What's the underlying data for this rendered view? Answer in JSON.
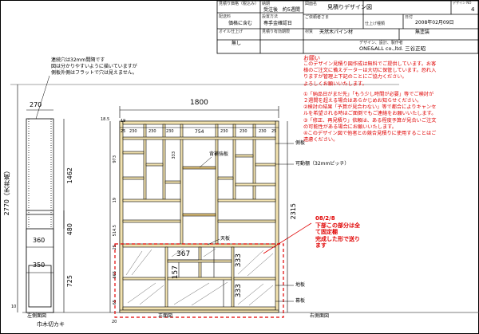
{
  "title_block": {
    "price_header": "見積り価格（税込み）",
    "delivery_header": "納期",
    "delivery_value": "受注後　約5週間",
    "drawing_name_header": "図面名",
    "drawing_name": "見積りデザイン図",
    "design_no_header": "デザイン\nNO",
    "design_no": "4",
    "customer_header": "ご依頼者さま",
    "date_header": "日付",
    "date_value": "2008年02月09日",
    "shipping_header": "配送料",
    "shipping_value": "価格に含む",
    "install_header": "設置方法",
    "install_value": "専手金確認日",
    "finish_header": "仕上げ種類",
    "finish_value": "無塗装",
    "oil_header": "オイル仕上げ",
    "oil_value": "無し",
    "validity_header": "見積り有効期限",
    "material_header": "材質",
    "material_value": "天然木パイン材",
    "company_header": "デザイン、設計、製作者",
    "company_value": "ONE&ALL co.,ltd. 三谷正昭"
  },
  "notice": {
    "heading": "お願い",
    "lines": [
      "このデザイン見積り図作成は無料でご提供しています。お客",
      "様のご注文に備えデーターは大切に保管しています。恐れ入",
      "りますが管理上下記のことにご協力ください。",
      "よろしくお願いいたします。",
      "",
      "①「納品日がまだ先」「もう少し時間が必要」等でご検討が",
      "２週間を超える場合はあらかじめお知らせください。",
      "②検討の結果「予算が見合わない」等で都合によりキャンセ",
      "ルを希望される時はご面倒でもご連絡をお願いいたします。",
      "③「修正、再見積り」依頼は、ある程度予算が見合いご注文",
      "の可能性がある場合にお願いいたします。",
      "④このデザイン図で他者との競合見積りに使用することはご",
      "遠慮ください。"
    ]
  },
  "side_note": {
    "lines": [
      "連続穴は32mm間隔です",
      "図は分かりやすいように描いていますが",
      "側板外側はフラットで穴は見えません。"
    ]
  },
  "red_note": {
    "lines": [
      "08/2/8",
      "下部この部分は全",
      "て固定棚",
      "完成した形で送り",
      "ます"
    ]
  },
  "dimensions": {
    "d270": "270",
    "d1800": "1800",
    "d2770": "2770（天井高）",
    "d1462": "1462",
    "d480": "480",
    "d360": "360",
    "d350": "350",
    "d725": "725",
    "d2315": "2315",
    "d18_5": "18.5",
    "d19a": "19",
    "d25a": "25",
    "d230": "230",
    "d754": "754",
    "d25b": "25",
    "d973": "973",
    "d19b": "19",
    "d19c": "19",
    "d514": "514.5",
    "d25c": "25",
    "d665": "665",
    "d19d": "19",
    "d65": "65",
    "d25d": "25",
    "d333a": "333",
    "d333b": "333",
    "d333c": "333",
    "d367": "367",
    "d157": "157",
    "d19e": "19",
    "d10": "10",
    "d20": "20"
  },
  "labels": {
    "back_board": "背補強板",
    "side_board": "側板",
    "movable_shelf": "可動棚（32mmピッチ）",
    "top_board": "天板",
    "base_board": "地板",
    "plinth": "幕板",
    "left_side_view": "左側面図",
    "right_side_view": "右側面図",
    "front_view": "正面図",
    "baseboard_note": "巾木切カキ"
  }
}
